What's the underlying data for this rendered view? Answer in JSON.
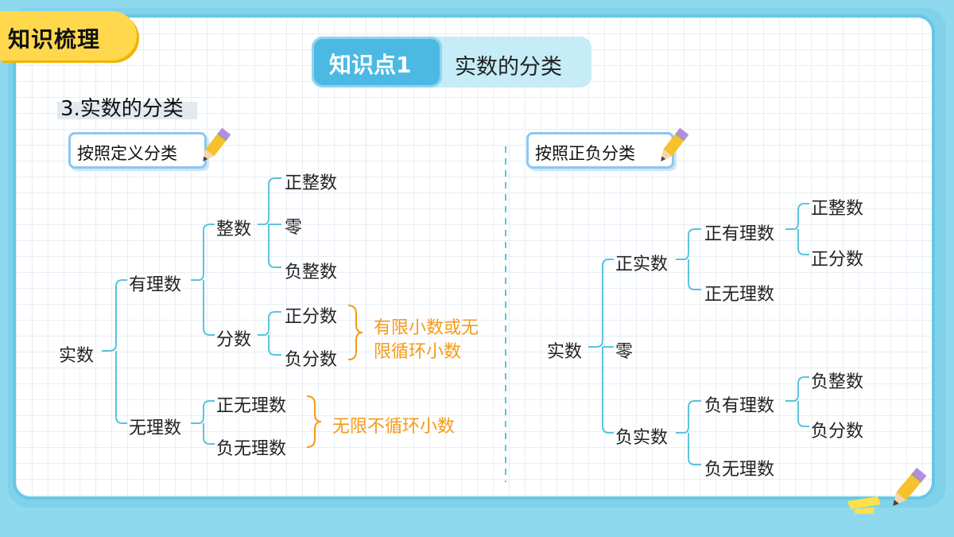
{
  "header": {
    "badge": "知识梳理",
    "kp_label": "知识点1",
    "kp_title": "实数的分类"
  },
  "section_title": "3.实数的分类",
  "left": {
    "tag": "按照定义分类",
    "root": "实数",
    "rational": "有理数",
    "irrational": "无理数",
    "integer": "整数",
    "fraction": "分数",
    "pos_int": "正整数",
    "zero": "零",
    "neg_int": "负整数",
    "pos_frac": "正分数",
    "neg_frac": "负分数",
    "note_finite_line1": "有限小数或无",
    "note_finite_line2": "限循环小数",
    "pos_irr": "正无理数",
    "neg_irr": "负无理数",
    "note_infinite": "无限不循环小数"
  },
  "right": {
    "tag": "按照正负分类",
    "root": "实数",
    "pos_real": "正实数",
    "zero": "零",
    "neg_real": "负实数",
    "pos_rational": "正有理数",
    "pos_irrational": "正无理数",
    "pos_int": "正整数",
    "pos_frac": "正分数",
    "neg_rational": "负有理数",
    "neg_irrational": "负无理数",
    "neg_int": "负整数",
    "neg_frac": "负分数"
  },
  "colors": {
    "bracket": "#5cc3dd",
    "note": "#f59a18",
    "divider": "#5cc3dd"
  }
}
